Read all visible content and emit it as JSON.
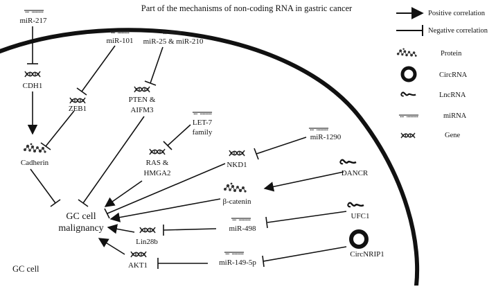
{
  "title": "Part of the mechanisms of non-coding RNA in gastric cancer",
  "cell_label": "GC cell",
  "legend": {
    "positive": "Positive correlation",
    "negative": "Negative correlation",
    "protein": "Protein",
    "circrna": "CircRNA",
    "lncrna": "LncRNA",
    "mirna": "miRNA",
    "gene": "Gene"
  },
  "nodes": {
    "mir217": "miR-217",
    "cdh1": "CDH1",
    "cadherin": "Cadherin",
    "mir101": "miR-101",
    "zeb1": "ZEB1",
    "mir25_210": "miR-25 & miR-210",
    "pten_l1": "PTEN &",
    "pten_l2": "AIFM3",
    "let7_l1": "LET-7",
    "let7_l2": "family",
    "ras_l1": "RAS &",
    "ras_l2": "HMGA2",
    "mir1290": "miR-1290",
    "nkd1": "NKD1",
    "dancr": "DANCR",
    "bcatenin": "β-catenin",
    "ufc1": "UFC1",
    "mir498": "miR-498",
    "lin28b": "Lin28b",
    "circnrip1": "CircNRIP1",
    "mir149": "miR-149-5p",
    "akt1": "AKT1",
    "gc_l1": "GC cell",
    "gc_l2": "malignancy"
  },
  "icons": {
    "mirna": "mirna-icon",
    "gene": "gene-icon",
    "protein": "protein-icon",
    "lncrna": "lncrna-icon",
    "circrna": "circrna-icon",
    "arrow": "arrow-icon",
    "inhibition": "inhibition-icon"
  },
  "colors": {
    "ink": "#111111",
    "background": "#ffffff"
  }
}
